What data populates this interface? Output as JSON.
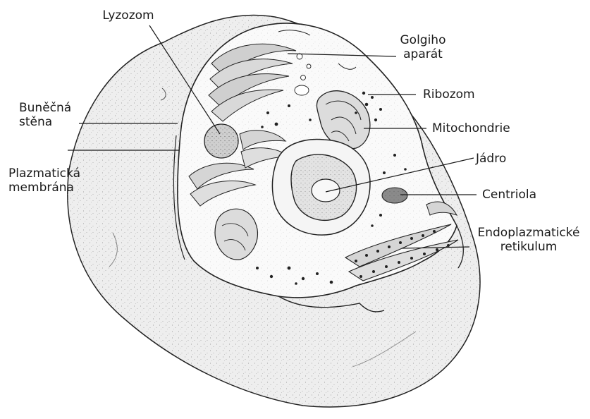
{
  "labels": {
    "lyzozom": "Lyzozom",
    "golgi_1": "Golgiho",
    "golgi_2": "aparát",
    "ribozom": "Ribozom",
    "mitochondrie": "Mitochondrie",
    "jadro": "Jádro",
    "centriola": "Centriola",
    "er_1": "Endoplazmatické",
    "er_2": "retikulum",
    "wall_1": "Buněčná",
    "wall_2": "stěna",
    "membrane_1": "Plazmatická",
    "membrane_2": "membrána"
  },
  "colors": {
    "ink": "#1a1a1a",
    "cell_fill": "#efefef",
    "interior_fill": "#fbfbfb",
    "organelle_fill": "#d7d7d7"
  }
}
